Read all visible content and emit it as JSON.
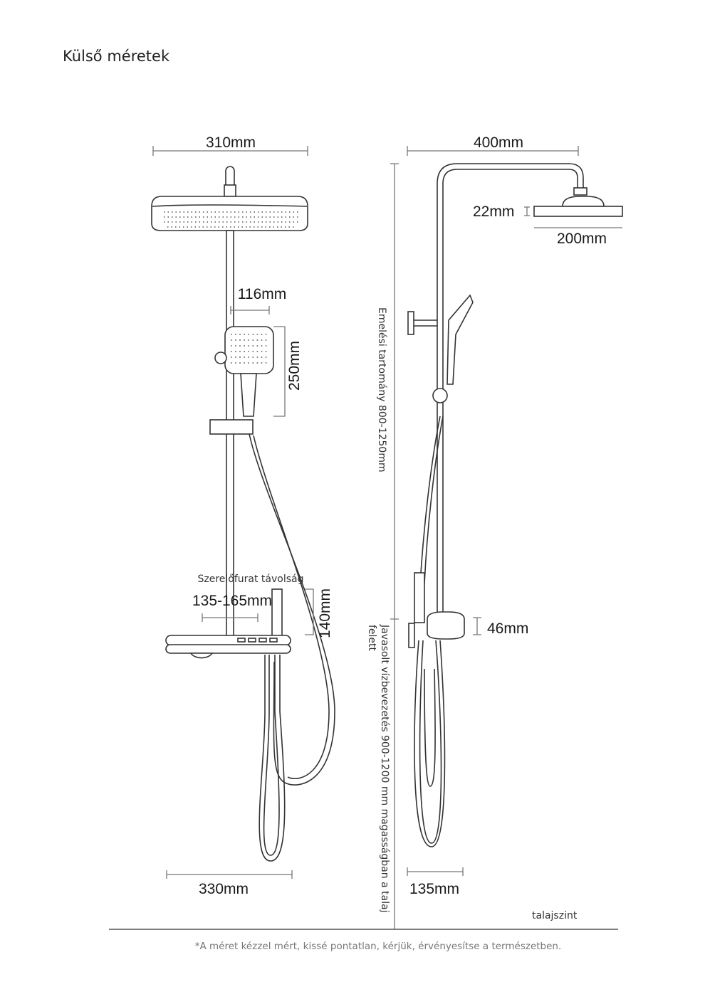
{
  "title": "Külső méretek",
  "front_view": {
    "width_head": "310mm",
    "handshower_width": "116mm",
    "handshower_height": "250mm",
    "mount_label": "Szerelőfurat távolság",
    "mount_distance": "135-165mm",
    "spout_height": "140mm",
    "base_width": "330mm"
  },
  "side_view": {
    "arm_length": "400mm",
    "head_thickness": "22mm",
    "head_diameter": "200mm",
    "lift_range": "Emelési tartomány 800-1250mm",
    "shelf_height": "46mm",
    "inlet_height_line1": "Javasolt vízbevezetés 900-1200 mm magasságban a talaj",
    "inlet_height_line2": "felett",
    "depth": "135mm",
    "floor_label": "talajszint"
  },
  "footnote": "*A méret kézzel mért, kissé pontatlan, kérjük, érvényesítse a természetben."
}
